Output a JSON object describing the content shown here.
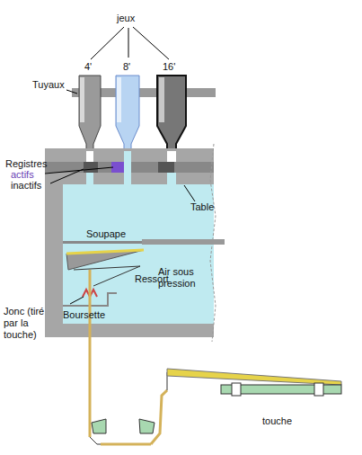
{
  "diagram": {
    "labels": [
      "jeux",
      "4'",
      "8'",
      "16'",
      "Tuyaux",
      "Registres",
      "actifs",
      "inactifs",
      "Table",
      "Soupape",
      "Ressort",
      "Air sous pression",
      "Jonc (tiré par la touche)",
      "Boursette",
      "touche"
    ]
  }
}
